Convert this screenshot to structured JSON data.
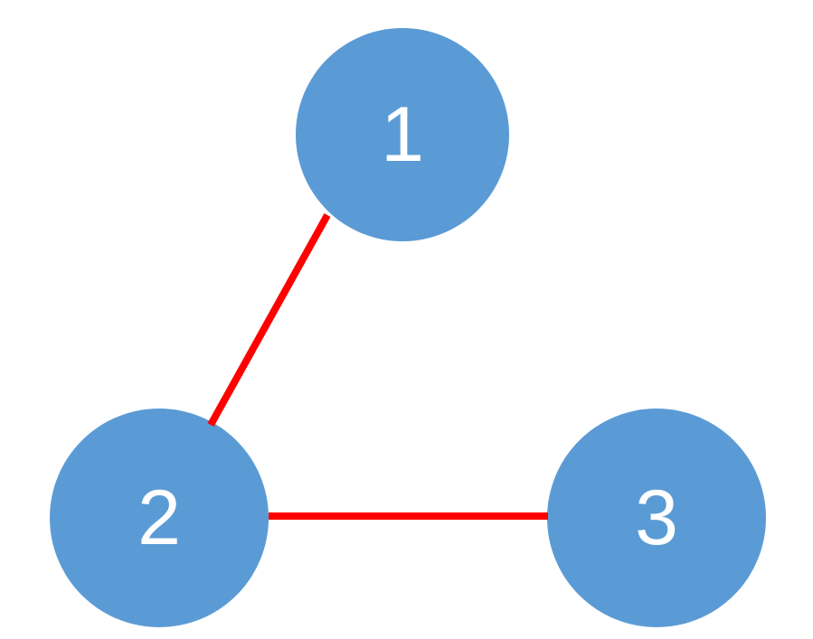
{
  "diagram": {
    "title": "graph-with-three-nodes",
    "nodes": [
      {
        "id": "1",
        "label": "1"
      },
      {
        "id": "2",
        "label": "2"
      },
      {
        "id": "3",
        "label": "3"
      }
    ],
    "edges": [
      {
        "from": "1",
        "to": "2"
      },
      {
        "from": "2",
        "to": "3"
      }
    ],
    "colors": {
      "node_fill": "#5B9BD5",
      "node_label": "#FFFFFF",
      "edge": "#FF0000",
      "background": "#FFFFFF"
    },
    "edge_stroke_width": "8"
  }
}
